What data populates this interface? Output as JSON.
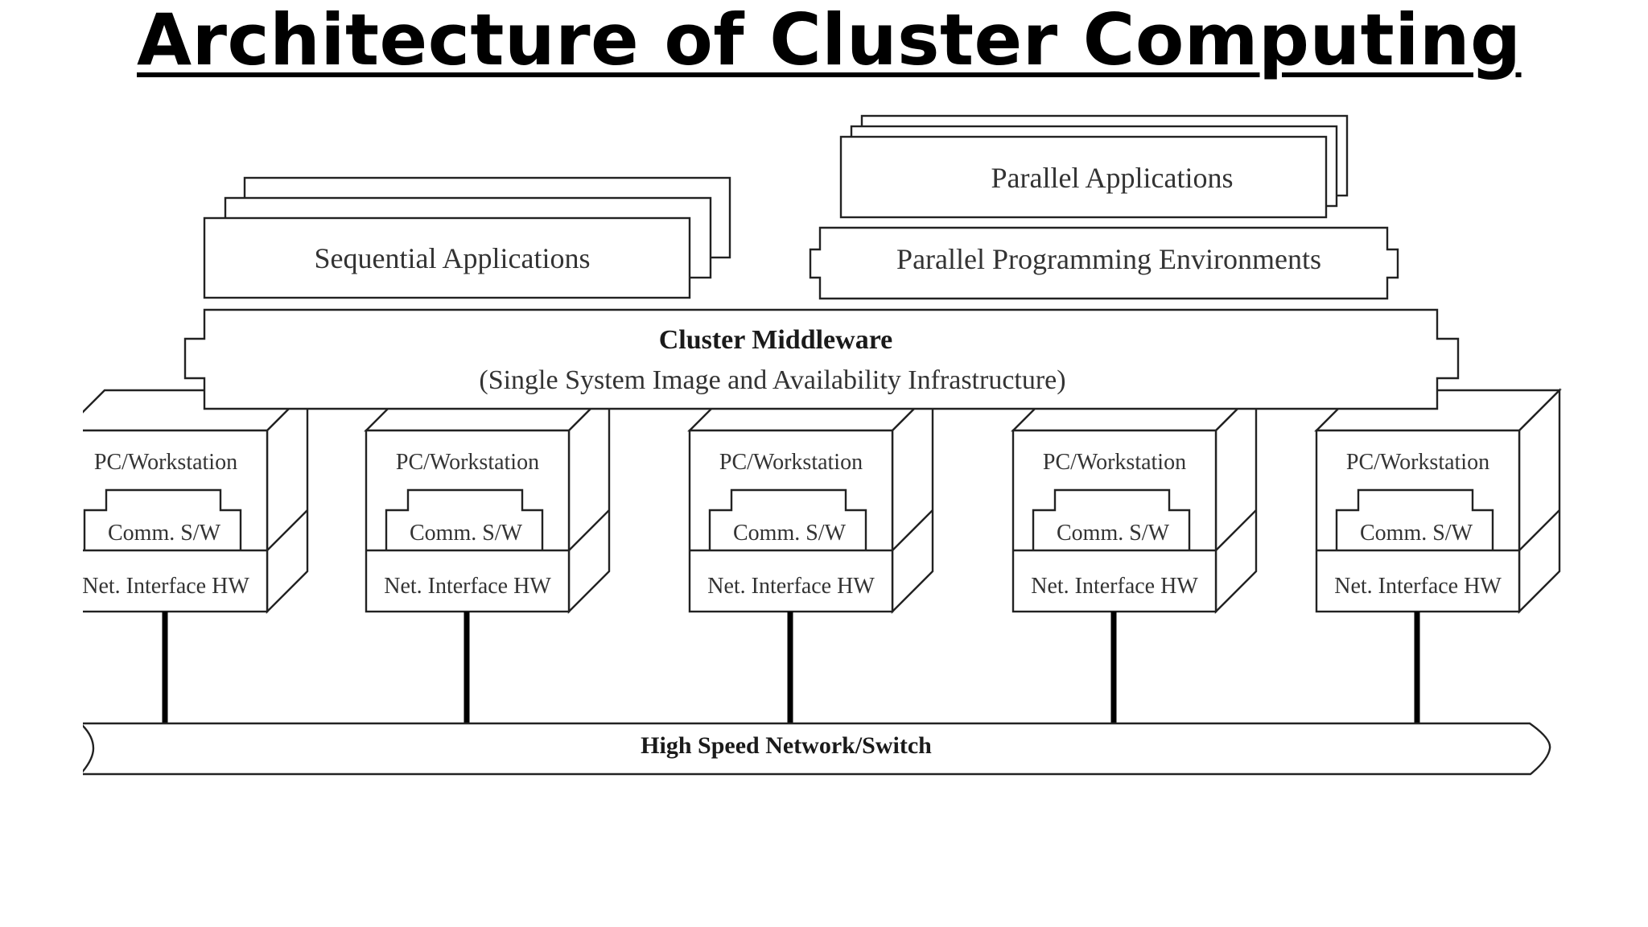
{
  "title": "Architecture of Cluster Computing",
  "sequential_apps": "Sequential Applications",
  "parallel_apps": "Parallel Applications",
  "parallel_env": "Parallel Programming Environments",
  "middleware": {
    "title": "Cluster Middleware",
    "subtitle": "(Single System Image and Availability Infrastructure)"
  },
  "nodes": [
    {
      "name": "PC/Workstation",
      "comm": "Comm. S/W",
      "net": "Net. Interface HW"
    },
    {
      "name": "PC/Workstation",
      "comm": "Comm. S/W",
      "net": "Net. Interface HW"
    },
    {
      "name": "PC/Workstation",
      "comm": "Comm. S/W",
      "net": "Net. Interface HW"
    },
    {
      "name": "PC/Workstation",
      "comm": "Comm. S/W",
      "net": "Net. Interface HW"
    },
    {
      "name": "PC/Workstation",
      "comm": "Comm. S/W",
      "net": "Net. Interface HW"
    }
  ],
  "network": "High Speed Network/Switch"
}
